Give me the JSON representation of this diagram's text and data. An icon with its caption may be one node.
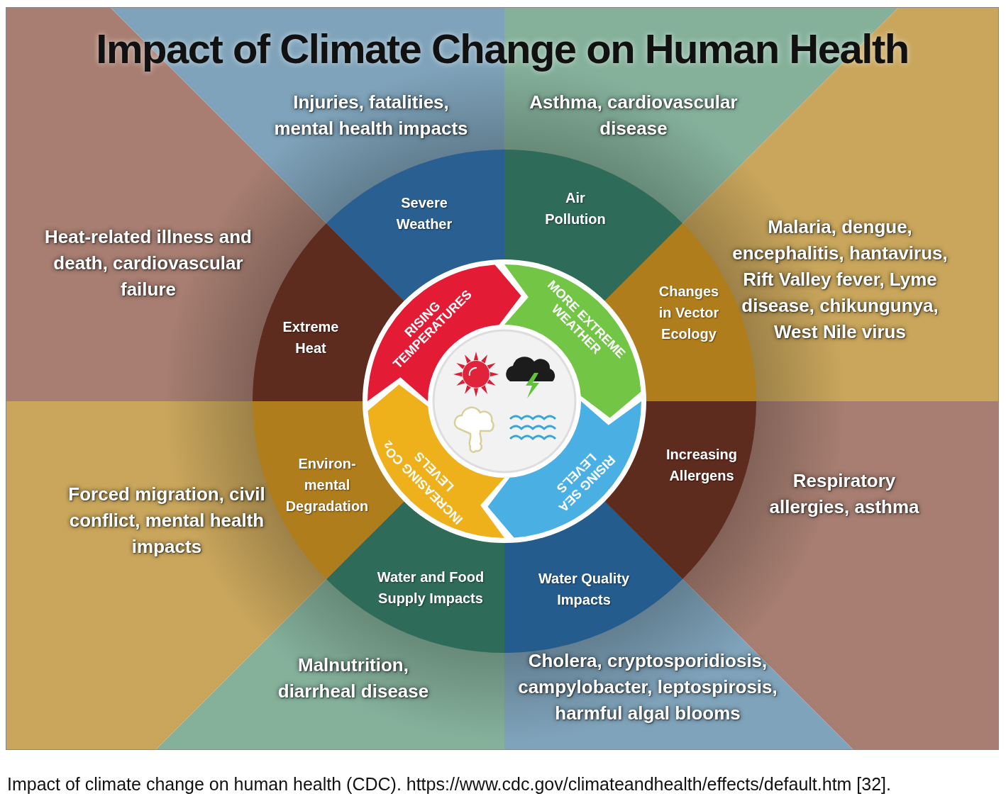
{
  "diagram": {
    "title": "Impact of Climate Change on Human Health",
    "caption": "Impact of climate change on human health (CDC). https://www.cdc.gov/climateandhealth/effects/default.htm [32].",
    "nodes": [
      {
        "text": [
          "Injuries, fatalities, mental health impacts"
        ]
      },
      {
        "text": [
          "Asthma, cardiovascular disease"
        ]
      },
      {
        "text": [
          "Heat-related illness and death, cardiovascular failure"
        ]
      },
      {
        "text": [
          "Malaria, dengue, encephalitis, hantavirus, Rift Valley fever, Lyme disease, chikungunya, West Nile virus"
        ]
      },
      {
        "text": [
          "Forced migration, civil conflict, mental health impacts"
        ]
      },
      {
        "text": [
          "Respiratory allergies, asthma"
        ]
      },
      {
        "text": [
          "Malnutrition, diarrheal disease"
        ]
      },
      {
        "text": [
          "Cholera, cryptosporidiosis, campylobacter, leptospirosis, harmful algal blooms"
        ]
      },
      {
        "text": [
          "Severe Weather"
        ]
      },
      {
        "text": [
          "Air Pollution"
        ]
      },
      {
        "text": [
          "Extreme Heat"
        ]
      },
      {
        "text": [
          "Changes in Vector Ecology"
        ]
      },
      {
        "text": [
          "Environ- mental Degradation"
        ]
      },
      {
        "text": [
          "Increasing Allergens"
        ]
      },
      {
        "text": [
          "Water and Food Supply Impacts"
        ]
      },
      {
        "text": [
          "Water Quality Impacts"
        ]
      },
      {
        "text": [
          "RISING TEMPERATURES"
        ]
      },
      {
        "text": [
          "MORE EXTREME WEATHER"
        ]
      },
      {
        "text": [
          "INCREASING CO$_{2}$ LEVELS"
        ]
      },
      {
        "text": [
          "RISING SEA LEVELS"
        ]
      }
    ]
  }
}
